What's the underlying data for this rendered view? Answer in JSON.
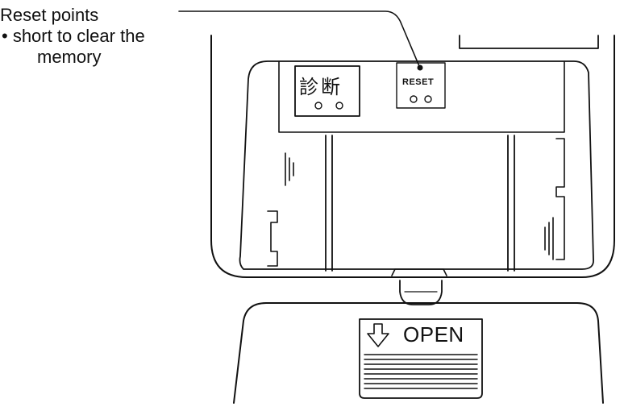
{
  "callout": {
    "title": "Reset points",
    "bullet": "• short to clear the",
    "continuation": "memory"
  },
  "panel": {
    "diagnosis_label": "診断",
    "reset_label": "RESET"
  },
  "cover": {
    "open_label": "OPEN"
  }
}
